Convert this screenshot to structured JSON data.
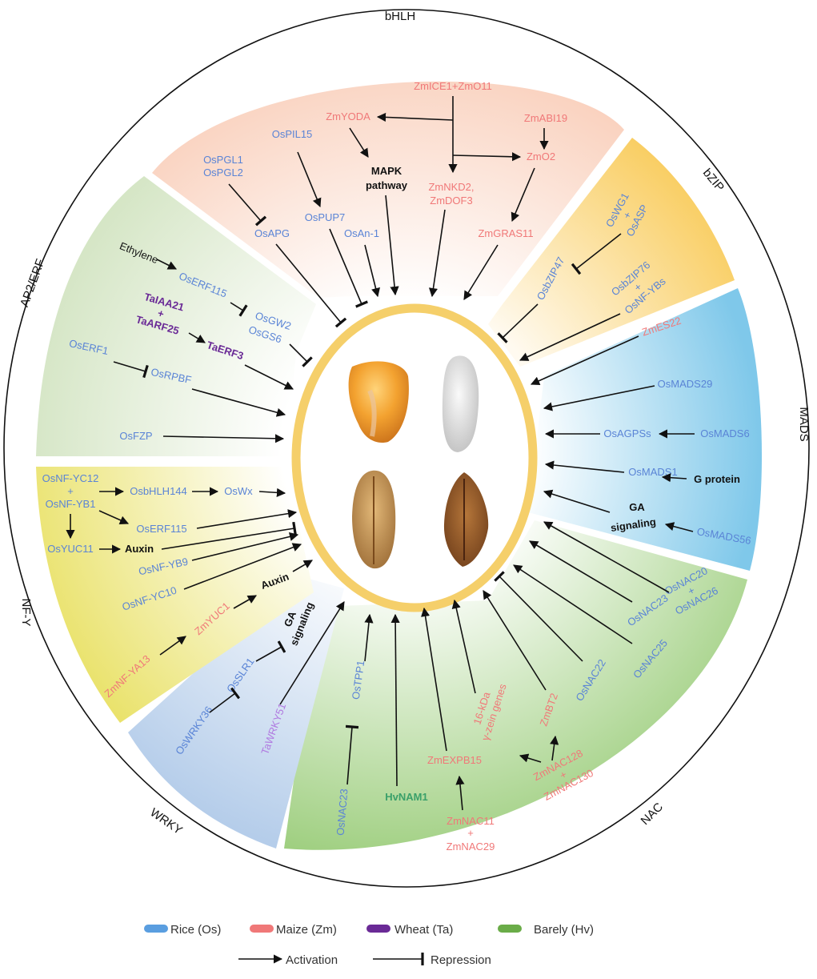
{
  "colors": {
    "rice": "#5a84d6",
    "maize": "#f07878",
    "wheat": "#6a2a96",
    "barley": "#3aa06a",
    "wrky_purple": "#b07ae0",
    "black": "#111111",
    "ring": "#f7d36a"
  },
  "families": {
    "bhlh": "bHLH",
    "bzip": "bZIP",
    "mads": "MADS",
    "nac": "NAC",
    "wrky": "WRKY",
    "nfy": "NF-Y",
    "ap2": "AP2/ERF"
  },
  "bhlh_labels": {
    "zmice": "ZmICE1+ZmO11",
    "zmyoda": "ZmYODA",
    "zmabi19": "ZmABI19",
    "ospil15": "OsPIL15",
    "mapk1": "MAPK",
    "mapk2": "pathway",
    "zmo2": "ZmO2",
    "ospgl1": "OsPGL1",
    "ospgl2": "OsPGL2",
    "zmnkd": "ZmNKD2,",
    "zmdof": "ZmDOF3",
    "ospup7": "OsPUP7",
    "osapg": "OsAPG",
    "osan1": "OsAn-1",
    "zmgras": "ZmGRAS11"
  },
  "bzip_labels": {
    "oswg1": "OsWG1",
    "plus1": "+",
    "osasp": "OsASP",
    "osbzip47": "OsbZIP47",
    "osbzip76": "OsbZIP76",
    "plus2": "+",
    "osnfybs": "OsNF-YBs"
  },
  "mads_labels": {
    "zmes22": "ZmES22",
    "osmads29": "OsMADS29",
    "osagpss": "OsAGPSs",
    "osmads6": "OsMADS6",
    "osmads1": "OsMADS1",
    "gprotein": "G protein",
    "ga1": "GA",
    "ga2": "signaling",
    "osmads56": "OsMADS56"
  },
  "nac_labels": {
    "osnac20": "OsNAC20",
    "plus1": "+",
    "osnac26": "OsNAC26",
    "osnac23a": "OsNAC23",
    "osnac25": "OsNAC25",
    "osnac22": "OsNAC22",
    "zmbt2": "ZmBT2",
    "kda16": "16-kDa",
    "zein": "γ-zein genes",
    "zmnac128": "ZmNAC128",
    "plus2": "+",
    "zmnac130": "ZmNAC130",
    "zmexpb15": "ZmEXPB15",
    "zmnac11": "ZmNAC11",
    "plus3": "+",
    "zmnac29": "ZmNAC29",
    "hvnam1": "HvNAM1",
    "ostpp1": "OsTPP1",
    "osnac23b": "OsNAC23"
  },
  "wrky_labels": {
    "taWRKY51": "TaWRKY51",
    "ga1": "GA",
    "ga2": "signaling",
    "osslr1": "OsSLR1",
    "oswrky36": "OsWRKY36"
  },
  "nfy_labels": {
    "yc12": "OsNF-YC12",
    "plus": "+",
    "yb1": "OsNF-YB1",
    "bhlh144": "OsbHLH144",
    "oswx": "OsWx",
    "oserf115": "OsERF115",
    "osyuc11": "OsYUC11",
    "auxin1": "Auxin",
    "yb9": "OsNF-YB9",
    "yc10": "OsNF-YC10",
    "auxin2": "Auxin",
    "zmyuc1": "ZmYUC1",
    "zmnfya13": "ZmNF-YA13"
  },
  "ap2_labels": {
    "ethylene": "Ethylene",
    "oserf115": "OsERF115",
    "osgw2": "OsGW2",
    "osgs6": "OsGS6",
    "taiaa21": "TaIAA21",
    "plus": "+",
    "taarf25": "TaARF25",
    "taerf3": "TaERF3",
    "oserf1": "OsERF1",
    "osrpbf": "OsRPBF",
    "osfzp": "OsFZP"
  },
  "legend": {
    "rice": "Rice (Os)",
    "maize": "Maize (Zm)",
    "wheat": "Wheat (Ta)",
    "barley": "Barely (Hv)",
    "activation": "Activation",
    "repression": "Repression"
  }
}
